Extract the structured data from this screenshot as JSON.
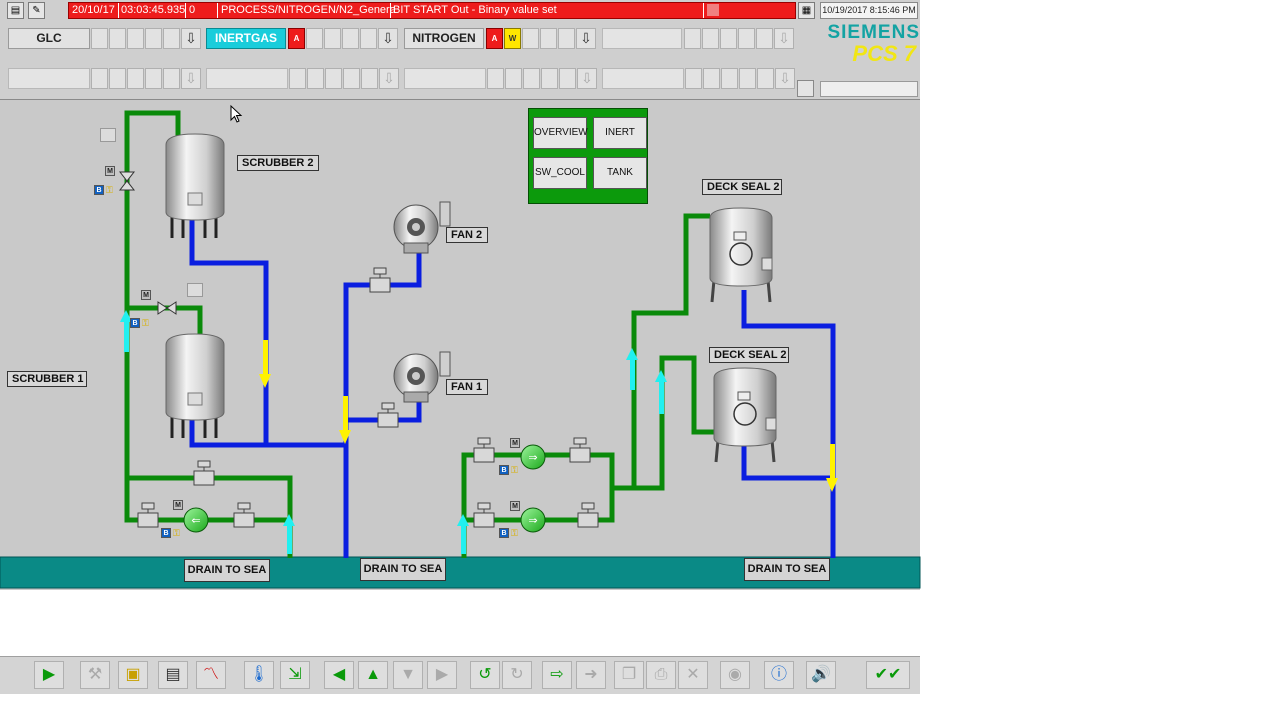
{
  "alarm_bar": {
    "date": "20/10/17",
    "time": "03:03:45.935",
    "count": "0",
    "tag": "PROCESS/NITROGEN/N2_Genera",
    "message": "BIT START Out - Binary value set"
  },
  "system_clock": "10/19/2017 8:15:46 PM",
  "areas": [
    {
      "label": "GLC"
    },
    {
      "label": "INERTGAS",
      "alarm": "A"
    },
    {
      "label": "NITROGEN",
      "alarm": "A",
      "warning": "W"
    }
  ],
  "logo": {
    "brand": "SIEMENS",
    "product": "PCS 7"
  },
  "nav_buttons": [
    "OVERVIEW",
    "INERT",
    "SW_COOL",
    "TANK"
  ],
  "labels": {
    "scrubber2": "SCRUBBER 2",
    "scrubber1": "SCRUBBER 1",
    "fan2": "FAN 2",
    "fan1": "FAN 1",
    "deck_seal_upper": "DECK SEAL 2",
    "deck_seal_lower": "DECK SEAL 2",
    "drain1": "DRAIN TO SEA",
    "drain2": "DRAIN TO SEA",
    "drain3": "DRAIN TO SEA"
  },
  "indicators": {
    "manual": "M",
    "bit": "B"
  },
  "colors": {
    "green_pipe": "#0a8a0a",
    "blue_pipe": "#0a1ee0",
    "drain": "#0a8a86",
    "alarm": "#ee1c1c",
    "active_area": "#19cddb",
    "flow_cyan": "#21f0f0",
    "flow_yellow": "#fff200"
  },
  "toolbar_icons": [
    "run-icon",
    "tools-icon",
    "folder-icon",
    "report-icon",
    "trend-icon",
    "thermometer-icon",
    "export-icon",
    "arrow-left-icon",
    "arrow-up-icon",
    "arrow-down-icon",
    "arrow-right-icon",
    "refresh-icon",
    "redo-icon",
    "transfer-icon",
    "forward-icon",
    "copy-icon",
    "print-icon",
    "delete-icon",
    "preview-icon",
    "info-icon",
    "audio-icon",
    "acknowledge-icon"
  ]
}
